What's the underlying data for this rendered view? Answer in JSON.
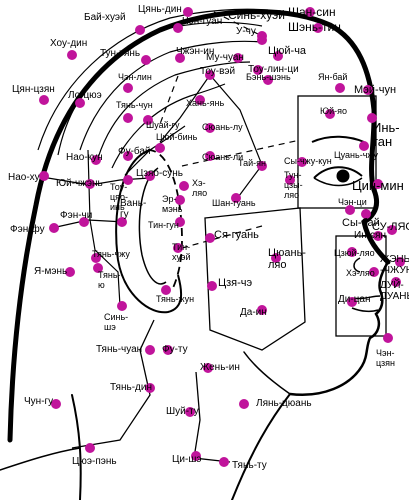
{
  "colors": {
    "point": "#c0149b",
    "line": "#000000",
    "background": "#ffffff"
  },
  "points": [
    {
      "id": "shan-sin",
      "label": "Шан-син"
    },
    {
      "id": "shen-tin",
      "label": "Шэнь-тин"
    },
    {
      "id": "sin-huei",
      "label": "Синь-хуэй"
    },
    {
      "id": "tsian-din",
      "label": "Цянь-дин"
    },
    {
      "id": "bai-huei",
      "label": "Бай-хуэй"
    },
    {
      "id": "hou-din",
      "label": "Хоу-дин"
    },
    {
      "id": "chen-guan",
      "label": "Чэн-гуан"
    },
    {
      "id": "tu-tian",
      "label": "Тун-тянь"
    },
    {
      "id": "u-chu",
      "label": "У-чу"
    },
    {
      "id": "tsiui-cha",
      "label": "Цюй-ча"
    },
    {
      "id": "chzhen-in",
      "label": "Чжэн-ин"
    },
    {
      "id": "mu-chuan",
      "label": "Му-чуан"
    },
    {
      "id": "tou-lin-tsi",
      "label": "Тоу-лин-ци"
    },
    {
      "id": "ben-shen",
      "label": "Бэнь-шэнь"
    },
    {
      "id": "tou-vei",
      "label": "Тоу-вэй"
    },
    {
      "id": "tsian-tsian",
      "label": "Цян-цзян"
    },
    {
      "id": "lo-chue",
      "label": "Ло-цюэ"
    },
    {
      "id": "chen-lin",
      "label": "Чэн-лин"
    },
    {
      "id": "tian-chun",
      "label": "Тянь-чун"
    },
    {
      "id": "han-ian",
      "label": "Хань-янь"
    },
    {
      "id": "shuai-gu",
      "label": "Шуай-гу"
    },
    {
      "id": "tsiui-bin",
      "label": "Цюй-бинь"
    },
    {
      "id": "siuan-lu",
      "label": "Сюань-лу"
    },
    {
      "id": "siuan-li",
      "label": "Сюань-ли"
    },
    {
      "id": "tai-ian",
      "label": "Тай-ян"
    },
    {
      "id": "ian-bai",
      "label": "Ян-бай"
    },
    {
      "id": "iui-iao",
      "label": "Юй-яо"
    },
    {
      "id": "mei-chun",
      "label": "Мэй-чун"
    },
    {
      "id": "in-tan",
      "label": "Инь-\nтан"
    },
    {
      "id": "tsuan-chzhu",
      "label": "Цуань-чжу"
    },
    {
      "id": "si-chzhu-kun",
      "label": "Сы-чжу-кун"
    },
    {
      "id": "tsin-min",
      "label": "Цин-мин"
    },
    {
      "id": "chen-tsi",
      "label": "Чэн-ци"
    },
    {
      "id": "tun-tszy-liao",
      "label": "Тун-\nцзы-\nляо"
    },
    {
      "id": "nao-hu",
      "label": "Нао-ху"
    },
    {
      "id": "nao-kun",
      "label": "Нао-кун"
    },
    {
      "id": "fu-bai",
      "label": "Фу-бай"
    },
    {
      "id": "tsiao-sun",
      "label": "Цзяо-сунь"
    },
    {
      "id": "iui-chzhen",
      "label": "Юй-чжэнь"
    },
    {
      "id": "tou-tsiao-in",
      "label": "Тоу-\nцяо-\nинь"
    },
    {
      "id": "er-men",
      "label": "Эр-\nмэнь"
    },
    {
      "id": "he-liao",
      "label": "Хэ-\nляо"
    },
    {
      "id": "fen-chi",
      "label": "Фэн-чи"
    },
    {
      "id": "fen-fu",
      "label": "Фэн-фу"
    },
    {
      "id": "van-gu",
      "label": "Вань-\nгу"
    },
    {
      "id": "tin-gun",
      "label": "Тин-гун"
    },
    {
      "id": "tin-huei",
      "label": "Тин-\nхуэй"
    },
    {
      "id": "shan-guan",
      "label": "Шан-гуань"
    },
    {
      "id": "tian-jun",
      "label": "Тянь-жун"
    },
    {
      "id": "ia-men",
      "label": "Я-мэнь"
    },
    {
      "id": "tian-chzhu",
      "label": "Тянь-чжу"
    },
    {
      "id": "tian-iu",
      "label": "Тянь-\nю"
    },
    {
      "id": "sia-guan",
      "label": "Ся-гуань"
    },
    {
      "id": "tsiuan-liao",
      "label": "Цюань-\nляо"
    },
    {
      "id": "tsia-che",
      "label": "Цзя-чэ"
    },
    {
      "id": "da-in",
      "label": "Да-ин"
    },
    {
      "id": "si-bai",
      "label": "Сы-бай"
    },
    {
      "id": "in-sian",
      "label": "Ин-сян"
    },
    {
      "id": "su-liao",
      "label": "СУ-ЛЯО"
    },
    {
      "id": "tsziui-liao",
      "label": "Цзюй-ляо"
    },
    {
      "id": "he-liao2",
      "label": "Хэ-ляо"
    },
    {
      "id": "jen-chzhun",
      "label": "ЖЭНЬ\n-ЧЖУН"
    },
    {
      "id": "dui-duan",
      "label": "ДУЙ-\nДУАНЬ"
    },
    {
      "id": "di-tsan",
      "label": "Ди-цан"
    },
    {
      "id": "chen-tsian",
      "label": "Чэн-\nцзян"
    },
    {
      "id": "sin-she",
      "label": "Синь-\nшэ"
    },
    {
      "id": "tian-chuan",
      "label": "Тянь-чуан"
    },
    {
      "id": "fu-tu",
      "label": "Фу-ту"
    },
    {
      "id": "tian-din",
      "label": "Тянь-дин"
    },
    {
      "id": "jen-in",
      "label": "Жень-ин"
    },
    {
      "id": "shui-tu",
      "label": "Шуй-ту"
    },
    {
      "id": "tsi-she",
      "label": "Ци-шэ"
    },
    {
      "id": "tian-tu",
      "label": "Тянь-ту"
    },
    {
      "id": "lian-tsiuan",
      "label": "Лянь-цюань"
    },
    {
      "id": "chun-gu",
      "label": "Чун-гу"
    },
    {
      "id": "tsiue-pen",
      "label": "Цюэ-пэнь"
    }
  ]
}
